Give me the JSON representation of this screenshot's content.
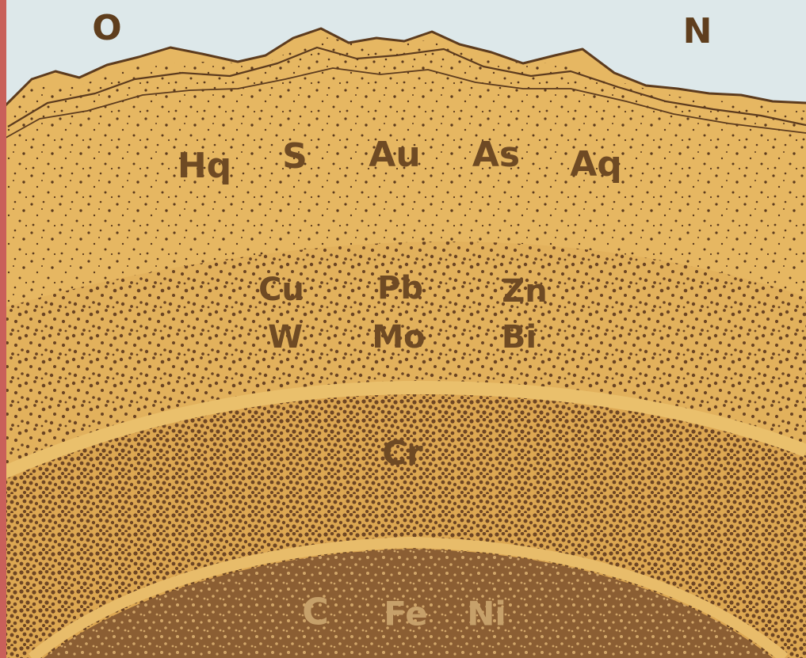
{
  "colors": {
    "sky": "#dde8ea",
    "crust": "#e6b762",
    "upper_mantle": "#e2b15c",
    "lower_mantle": "#dca752",
    "core": "#8b5e33",
    "ink": "#6e4a24",
    "mountain_line": "#5c3b1e",
    "left_edge": "#c9605a"
  },
  "sky_labels": {
    "left": "O",
    "right": "N"
  },
  "crust_elements": [
    "Hq",
    "S",
    "Au",
    "As",
    "Aq"
  ],
  "upper_mantle_elements": {
    "row1": [
      "Cu",
      "Pb",
      "Zn"
    ],
    "row2": [
      "W",
      "Mo",
      "Bi"
    ]
  },
  "lower_mantle_elements": [
    "Cr"
  ],
  "core_elements": [
    "C",
    "Fe",
    "Ni"
  ]
}
